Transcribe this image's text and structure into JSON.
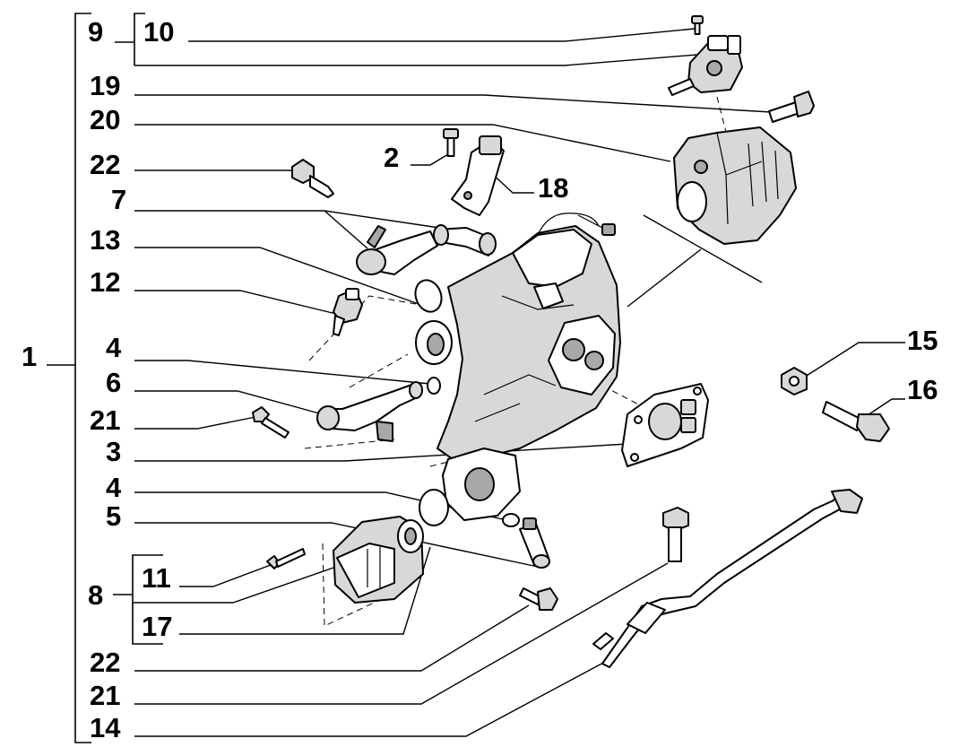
{
  "callouts": {
    "n1": "1",
    "n2": "2",
    "n3a": "3",
    "n4a": "4",
    "n4b": "4",
    "n5": "5",
    "n6": "6",
    "n7": "7",
    "n8": "8",
    "n9": "9",
    "n10": "10",
    "n11": "11",
    "n12": "12",
    "n13": "13",
    "n14": "14",
    "n15": "15",
    "n16": "16",
    "n17": "17",
    "n18": "18",
    "n19": "19",
    "n20": "20",
    "n21a": "21",
    "n21b": "21",
    "n22a": "22",
    "n22b": "22"
  }
}
